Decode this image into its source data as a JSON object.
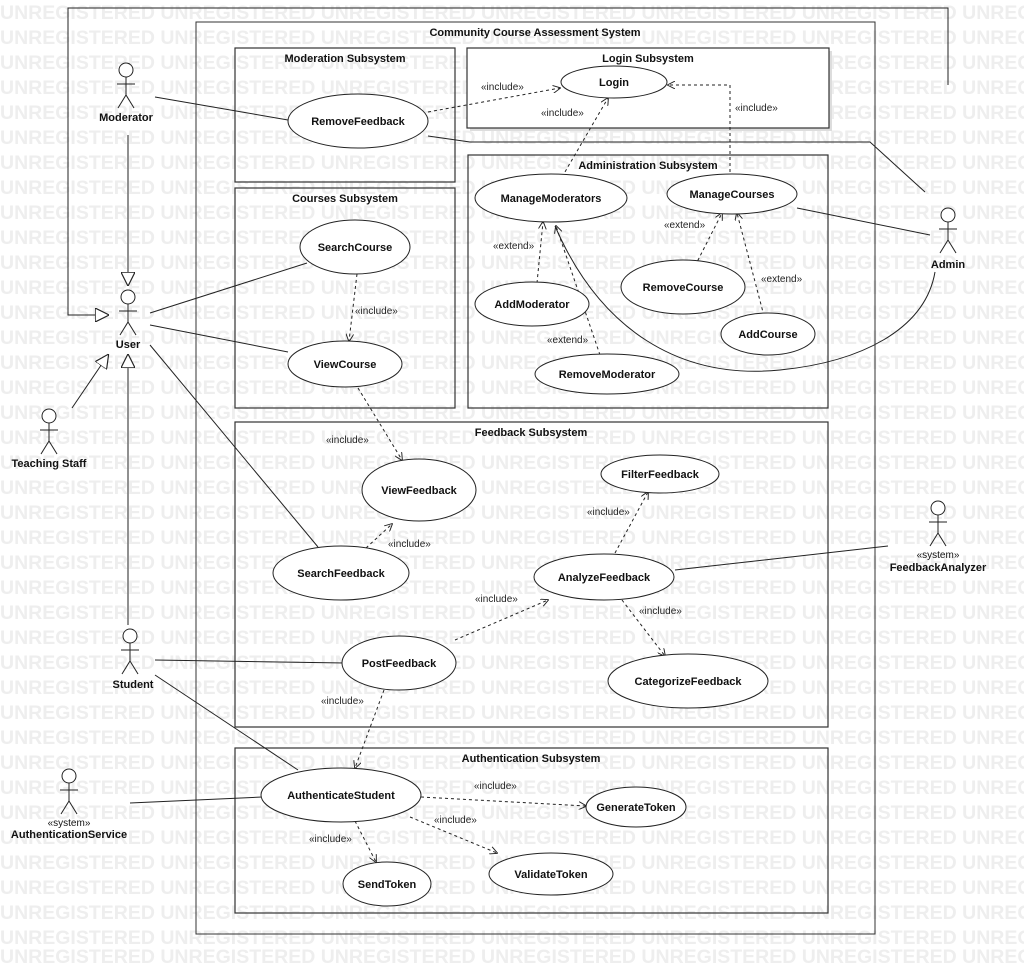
{
  "watermark": "UNREGISTERED UNREGISTERED UNREGISTERED UNREGISTERED UNREGISTERED UNREGISTERED UNREGISTERED",
  "system": {
    "title": "Community Course Assessment System"
  },
  "packages": {
    "moderation": "Moderation Subsystem",
    "login": "Login Subsystem",
    "courses": "Courses Subsystem",
    "administration": "Administration Subsystem",
    "feedback": "Feedback Subsystem",
    "authentication": "Authentication Subsystem"
  },
  "actors": {
    "moderator": {
      "name": "Moderator"
    },
    "user": {
      "name": "User"
    },
    "teaching_staff": {
      "name": "Teaching Staff"
    },
    "student": {
      "name": "Student"
    },
    "authentication_service": {
      "stereotype": "«system»",
      "name": "AuthenticationService"
    },
    "admin": {
      "name": "Admin"
    },
    "feedback_analyzer": {
      "stereotype": "«system»",
      "name": "FeedbackAnalyzer"
    }
  },
  "use_cases": {
    "remove_feedback": "RemoveFeedback",
    "login": "Login",
    "manage_moderators": "ManageModerators",
    "manage_courses": "ManageCourses",
    "add_moderator": "AddModerator",
    "remove_course": "RemoveCourse",
    "add_course": "AddCourse",
    "remove_moderator": "RemoveModerator",
    "search_course": "SearchCourse",
    "view_course": "ViewCourse",
    "view_feedback": "ViewFeedback",
    "filter_feedback": "FilterFeedback",
    "search_feedback": "SearchFeedback",
    "analyze_feedback": "AnalyzeFeedback",
    "post_feedback": "PostFeedback",
    "categorize_feedback": "CategorizeFeedback",
    "authenticate_student": "AuthenticateStudent",
    "generate_token": "GenerateToken",
    "validate_token": "ValidateToken",
    "send_token": "SendToken"
  },
  "relations": {
    "include": "«include»",
    "extend": "«extend»"
  }
}
